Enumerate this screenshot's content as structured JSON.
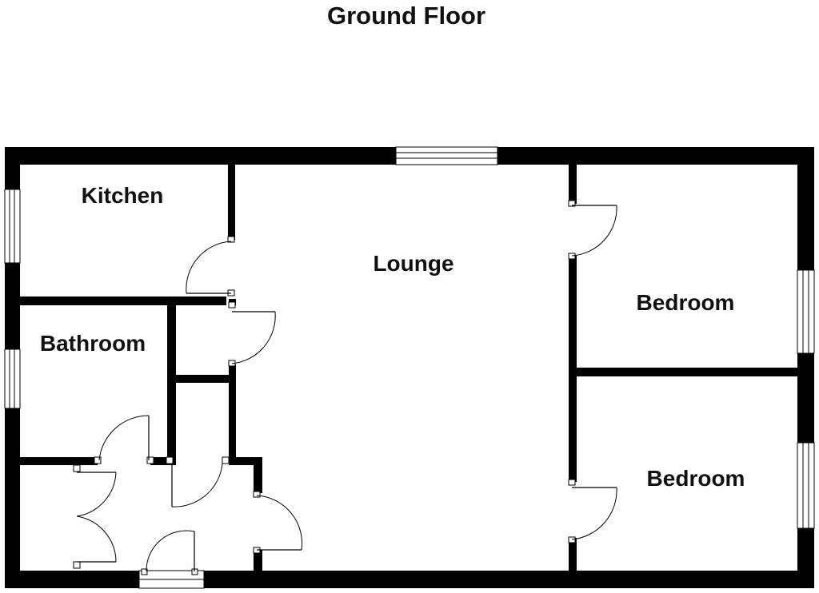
{
  "plan": {
    "title": "Ground Floor",
    "rooms": {
      "kitchen": "Kitchen",
      "lounge": "Lounge",
      "bathroom": "Bathroom",
      "bedroom_1": "Bedroom",
      "bedroom_2": "Bedroom"
    },
    "colors": {
      "wall": "#000000",
      "background": "#ffffff",
      "text": "#111111"
    }
  }
}
